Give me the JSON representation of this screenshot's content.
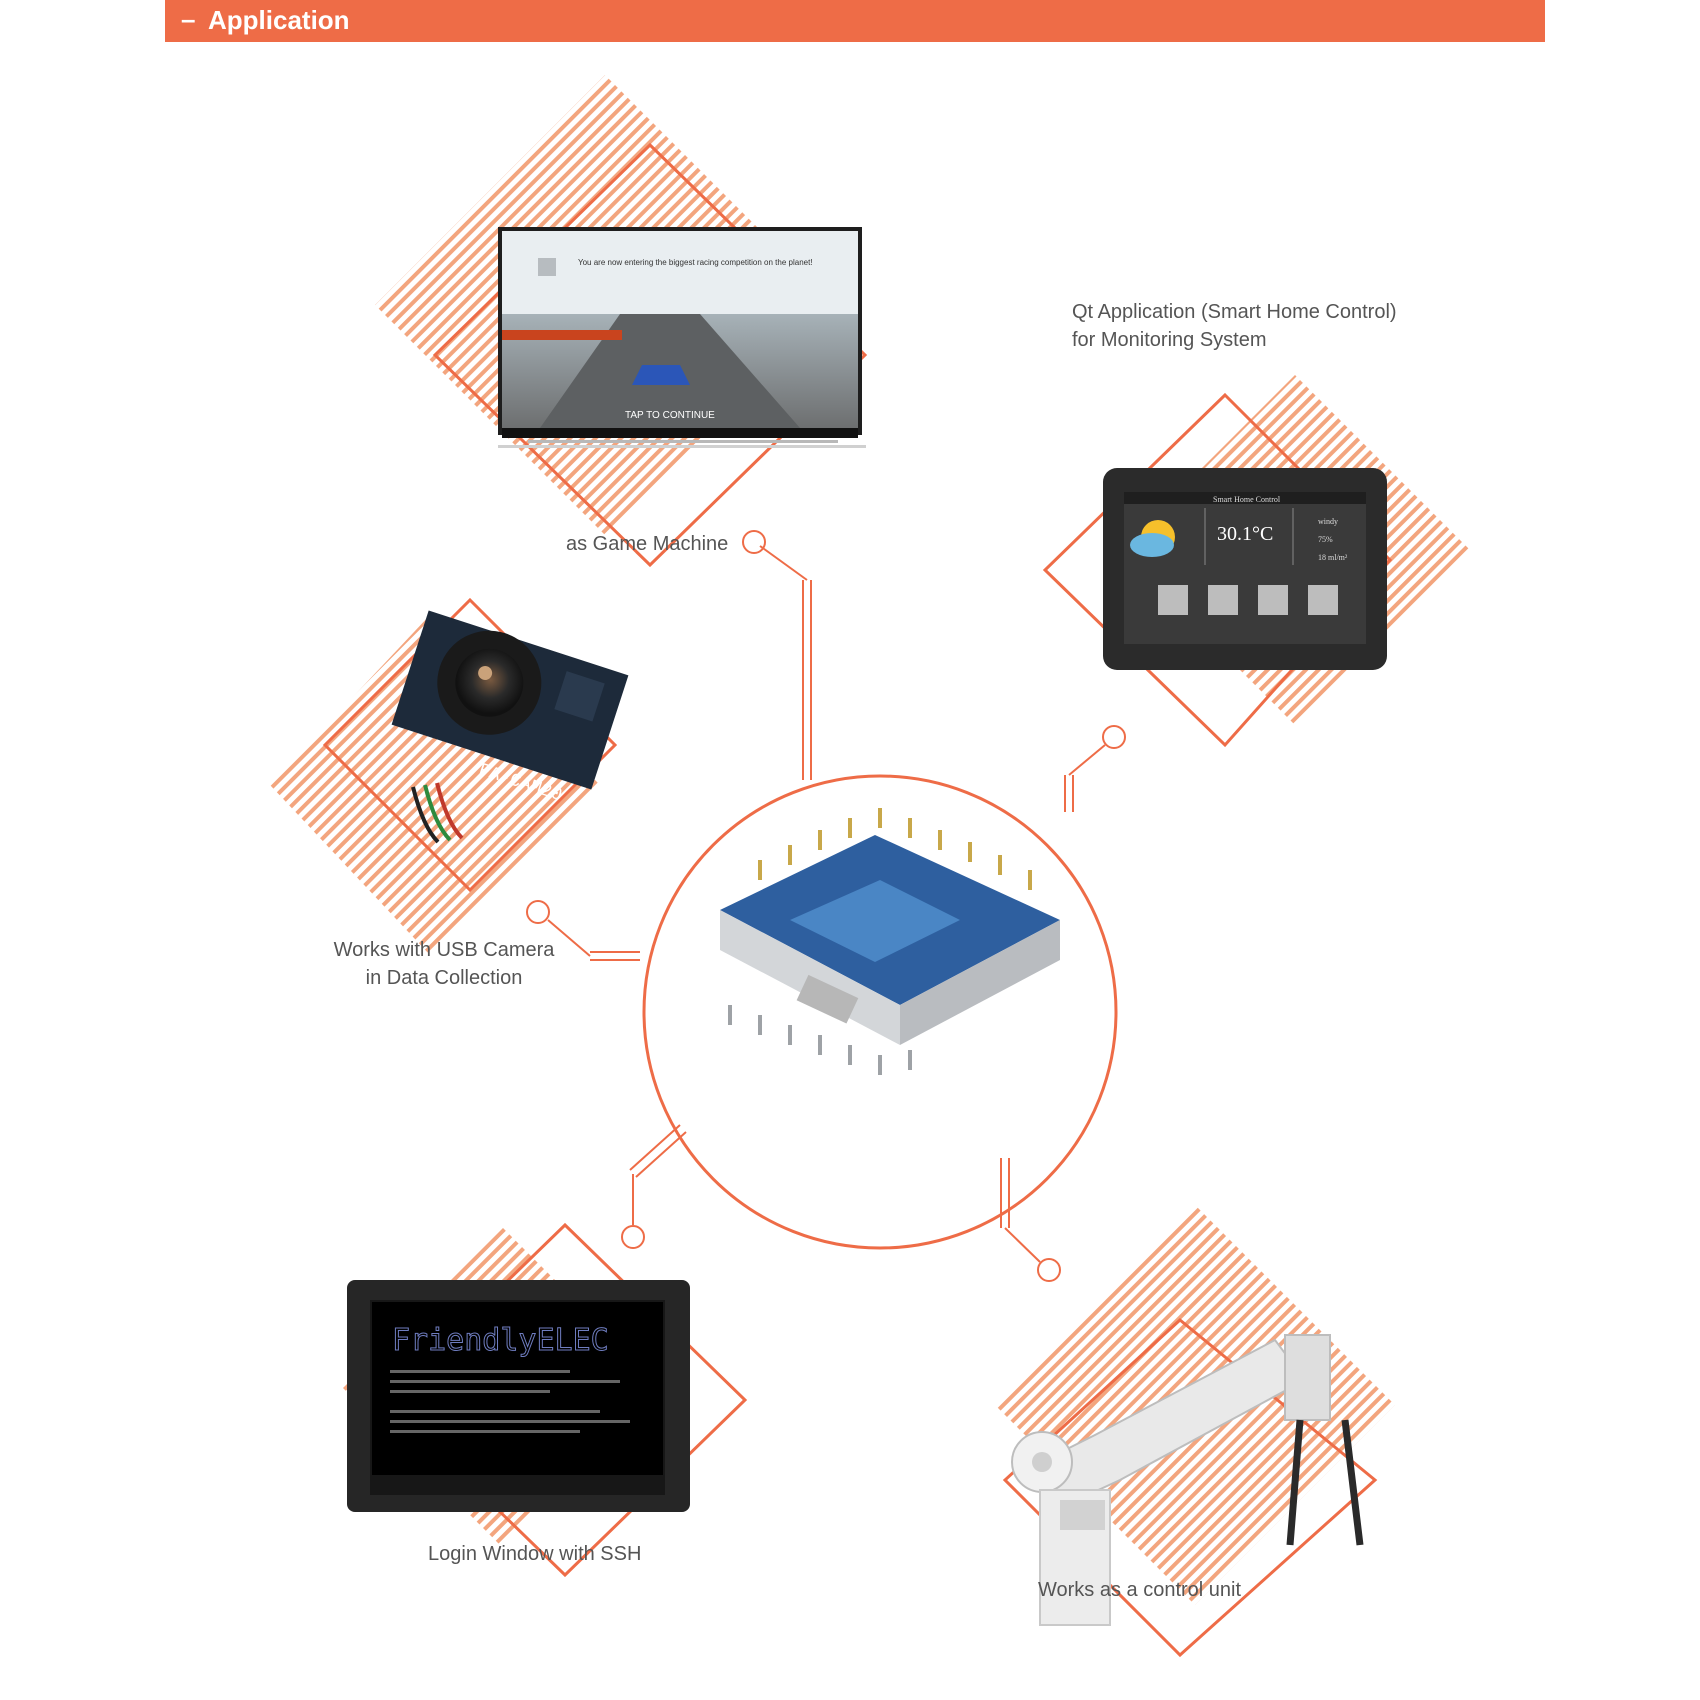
{
  "header": {
    "dash": "–",
    "title": "Application"
  },
  "items": {
    "game": {
      "text": "as Game Machine"
    },
    "qt": {
      "line1": "Qt Application (Smart Home Control)",
      "line2": "for Monitoring System"
    },
    "camera": {
      "line1": "Works with USB Camera",
      "line2": "in Data Collection",
      "board_label": "FA-CAM20"
    },
    "ssh": {
      "text": "Login Window with SSH"
    },
    "control": {
      "text": "Works as a control unit"
    }
  },
  "screens": {
    "game_caption": "You are now entering the biggest racing competition on the planet!",
    "game_tap": "TAP TO CONTINUE",
    "smarthome_title": "Smart Home Control",
    "smarthome_temp": "30.1°C",
    "smarthome_wind": "windy",
    "smarthome_humidity": "75%",
    "smarthome_light": "18 ml/m²",
    "terminal_banner": "FriendlyELEC"
  },
  "colors": {
    "accent": "#ee6c47",
    "label": "#555555"
  }
}
